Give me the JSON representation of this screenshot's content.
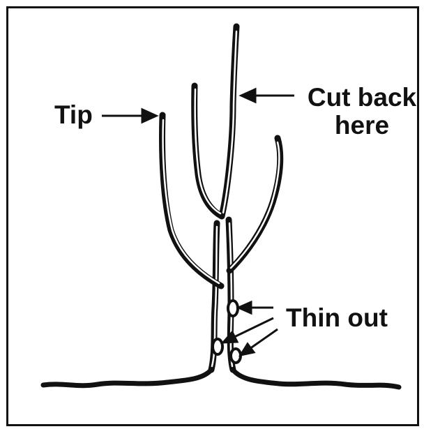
{
  "labels": {
    "tip": "Tip",
    "cut_back_line1": "Cut back",
    "cut_back_line2": "here",
    "thin_out": "Thin out"
  },
  "colors": {
    "ink": "#111111",
    "background": "#ffffff"
  }
}
